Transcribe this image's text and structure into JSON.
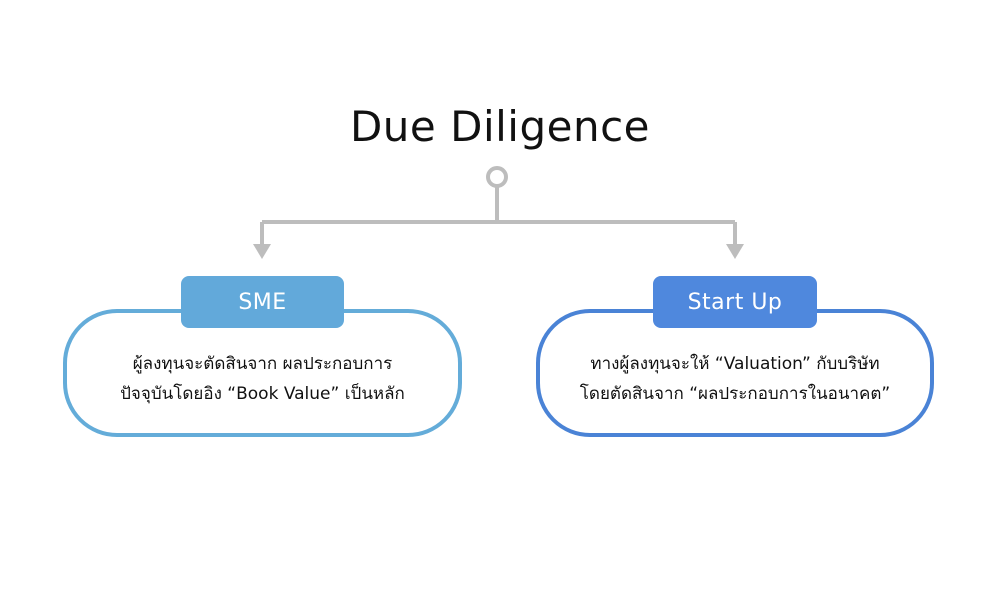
{
  "title": "Due Diligence",
  "colors": {
    "connector": "#bdbdbd",
    "sme_label": "#62a9da",
    "sme_border": "#64acd9",
    "startup_label": "#4f88dd",
    "startup_border": "#4a83d6"
  },
  "branches": {
    "sme": {
      "label": "SME",
      "line1": "ผู้ลงทุนจะตัดสินจาก ผลประกอบการ",
      "line2": "ปัจจุบันโดยอิง “Book Value” เป็นหลัก"
    },
    "startup": {
      "label": "Start Up",
      "line1": "ทางผู้ลงทุนจะให้ “Valuation” กับบริษัท",
      "line2": "โดยตัดสินจาก “ผลประกอบการในอนาคต”"
    }
  }
}
